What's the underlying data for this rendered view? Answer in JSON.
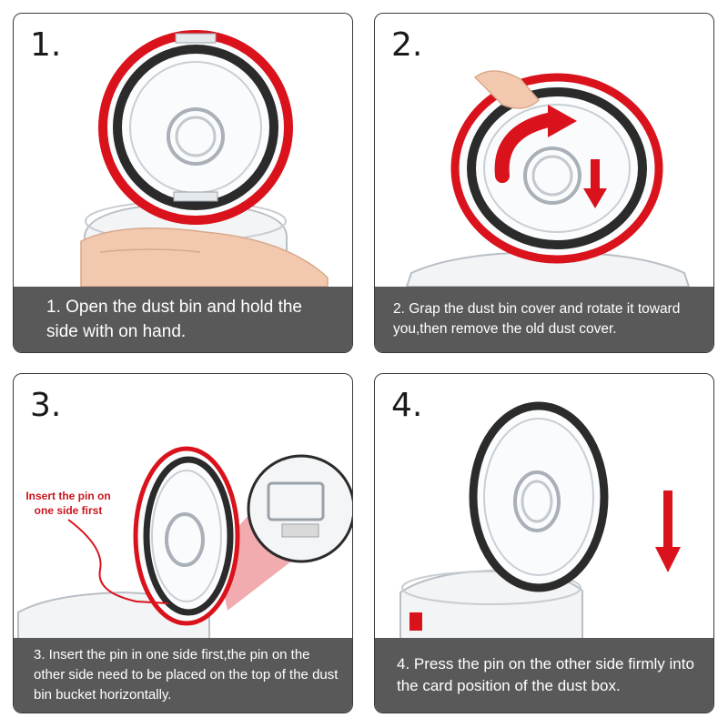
{
  "steps": [
    {
      "number": "1.",
      "caption": "1. Open the dust bin and hold the side with on hand."
    },
    {
      "number": "2.",
      "caption": "2. Grap the dust bin cover and rotate it toward you,then remove the old dust cover."
    },
    {
      "number": "3.",
      "caption": "3. Insert the pin in one side first,the pin on the other side need to be placed on the top of the dust bin bucket horizontally."
    },
    {
      "number": "4.",
      "caption": "4. Press the pin on the other side firmly into the card position of the dust box."
    }
  ],
  "callout": {
    "line1": "Insert the pin on",
    "line2": "one side first"
  },
  "colors": {
    "accent": "#d9121c",
    "caption_bg": "#595959",
    "caption_text": "#ffffff"
  }
}
